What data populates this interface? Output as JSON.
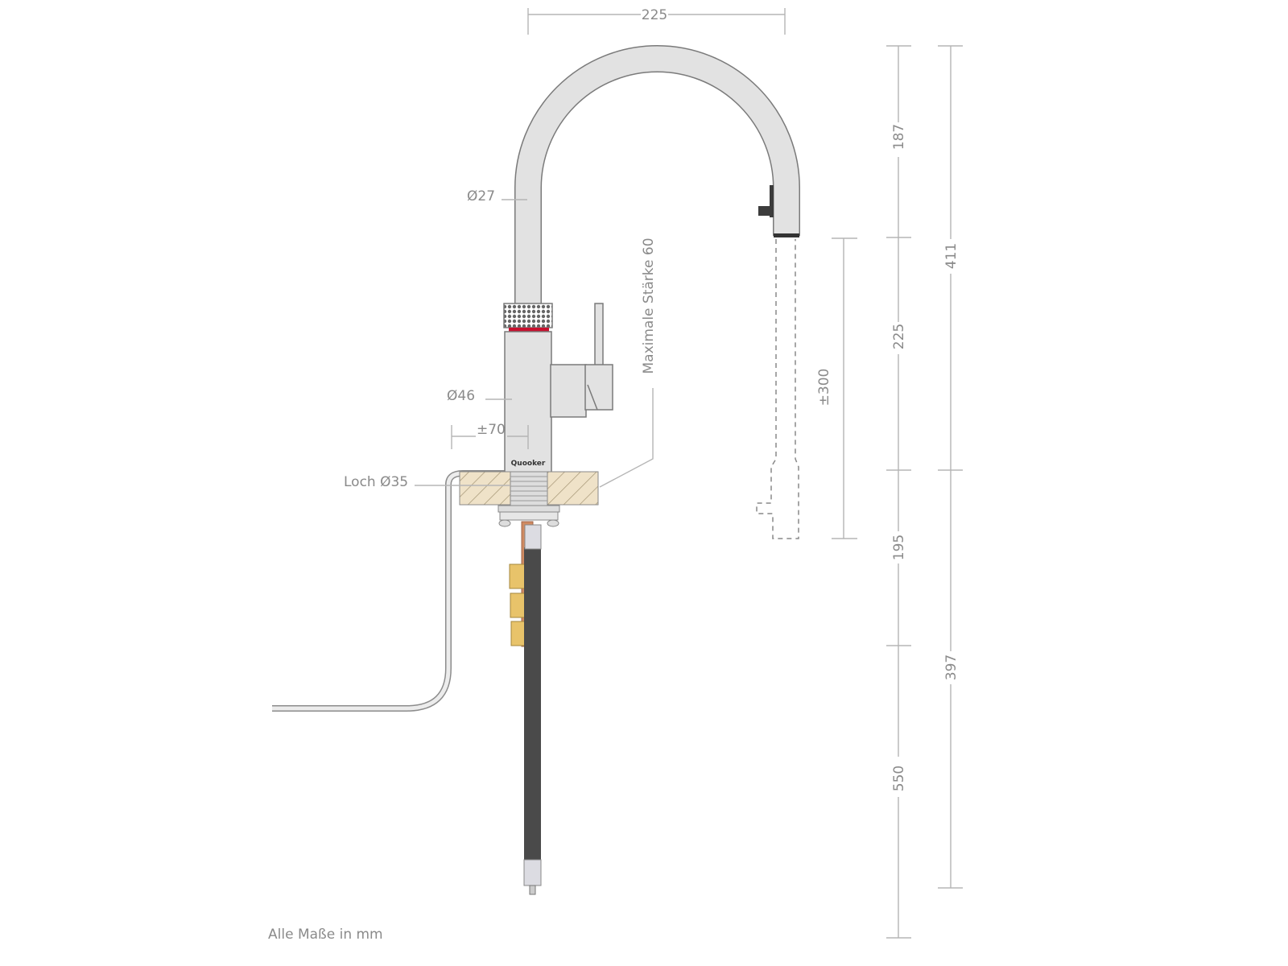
{
  "labels": {
    "spout_reach": "225",
    "spout_diameter": "Ø27",
    "body_diameter": "Ø46",
    "handle_offset": "±70",
    "hole": "Loch Ø35",
    "max_thickness": "Maximale Stärke 60",
    "pullout": "±300",
    "brand": "Quooker",
    "footnote": "Alle Maße in mm"
  },
  "right_dimensions_inner": [
    "187",
    "225",
    "195",
    "550"
  ],
  "right_dimensions_outer": [
    "411",
    "397"
  ],
  "colors": {
    "chrome": "#e2e2e2",
    "accent_red": "#c8102e",
    "countertop": "#efe2c8",
    "copper": "#d08b62",
    "brass": "#e8c36a",
    "hose": "#4a4a4a",
    "dimension": "#b5b5b5"
  }
}
